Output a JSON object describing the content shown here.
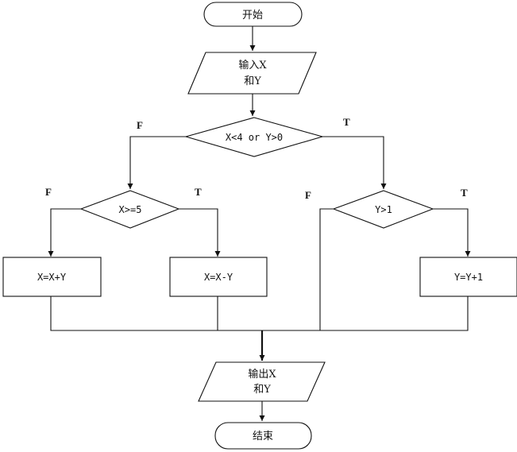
{
  "nodes": {
    "start": "开始",
    "input_line1": "输入X",
    "input_line2": "和Y",
    "cond_main": "X<4 or Y>0",
    "cond_x": "X>=5",
    "cond_y": "Y>1",
    "proc_add": "X=X+Y",
    "proc_sub": "X=X-Y",
    "proc_inc": "Y=Y+1",
    "output_line1": "输出X",
    "output_line2": "和Y",
    "end": "结束"
  },
  "branch_labels": {
    "main_false": "F",
    "main_true": "T",
    "x_false": "F",
    "x_true": "T",
    "y_false": "F",
    "y_true": "T"
  }
}
